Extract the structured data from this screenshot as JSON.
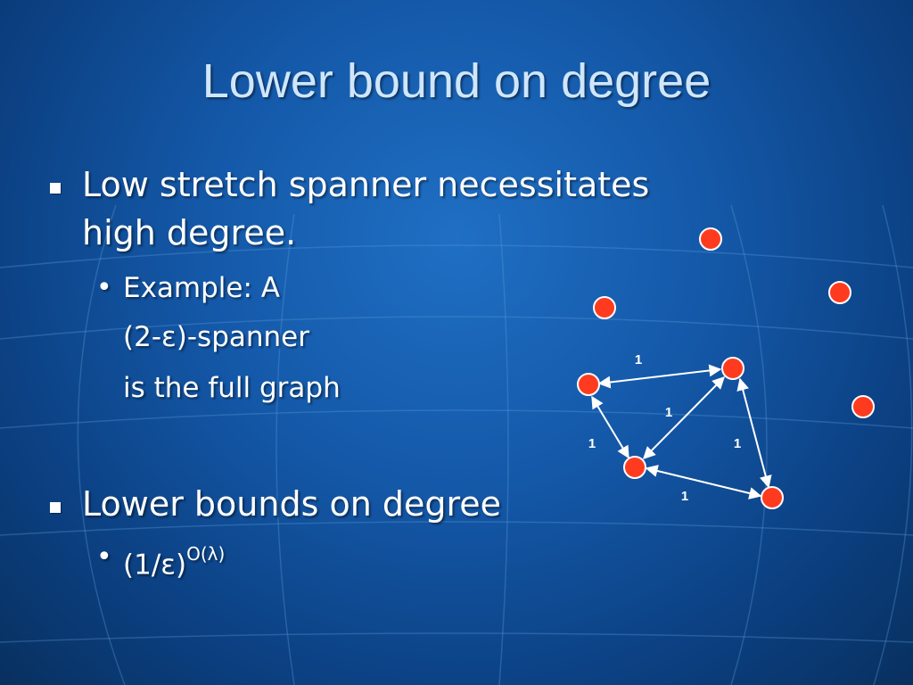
{
  "slide": {
    "title": "Lower bound on degree",
    "bullets": [
      {
        "text": "Low stretch spanner necessitates high degree.",
        "line1": "Low stretch spanner necessitates",
        "line2": "high degree.",
        "sub": [
          {
            "line1": "Example: A",
            "line2": "(2-ε)-spanner",
            "line3": "is the full graph"
          }
        ]
      },
      {
        "text": "Lower bounds on degree",
        "sub": [
          {
            "base": "(1/ε)",
            "exponent": "O(λ)"
          }
        ]
      }
    ]
  },
  "diagram": {
    "node_color": "#ff3b1f",
    "edge_color": "#ffffff",
    "edge_weights": [
      "1",
      "1",
      "1",
      "1",
      "1"
    ]
  }
}
